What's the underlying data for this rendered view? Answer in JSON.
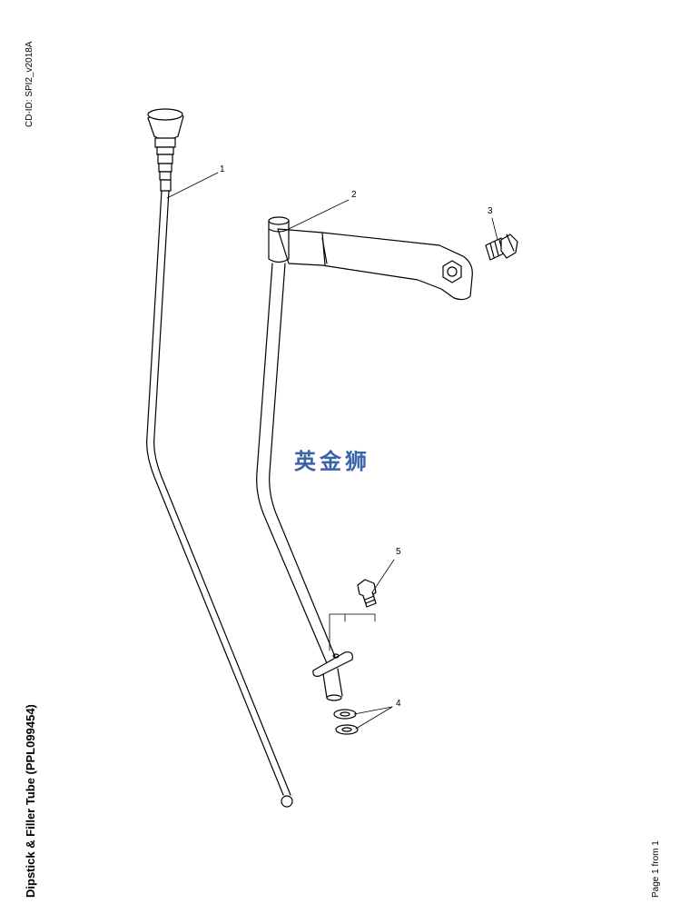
{
  "header": {
    "cd_id": "CD-ID: SPI2_v2018A"
  },
  "title": "Dipstick & Filler Tube (PPL099454)",
  "footer": {
    "page": "Page 1 from 1"
  },
  "watermark": "英金狮",
  "callouts": {
    "c1": "1",
    "c2": "2",
    "c3": "3",
    "c4": "4",
    "c5": "5"
  }
}
